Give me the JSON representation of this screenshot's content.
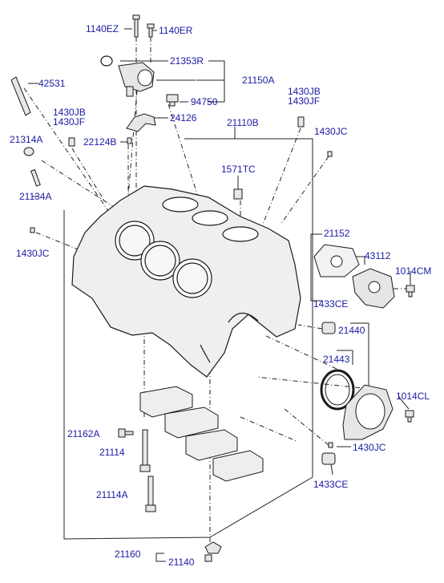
{
  "colors": {
    "label": "#1a1aa6",
    "line": "#222222",
    "part_fill": "#e6e6e6",
    "part_stroke": "#1a1a1a"
  },
  "labels": {
    "l_1140EZ": "1140EZ",
    "l_1140ER": "1140ER",
    "l_21353R": "21353R",
    "l_42531": "42531",
    "l_21150A": "21150A",
    "l_94750": "94750",
    "l_1430JB_a": "1430JB",
    "l_1430JF_a": "1430JF",
    "l_1430JB_b": "1430JB",
    "l_1430JF_b": "1430JF",
    "l_24126": "24126",
    "l_21110B": "21110B",
    "l_22124B": "22124B",
    "l_21314A": "21314A",
    "l_1430JC_a": "1430JC",
    "l_1571TC": "1571TC",
    "l_21134A": "21134A",
    "l_1430JC_b": "1430JC",
    "l_21152": "21152",
    "l_43112": "43112",
    "l_1014CM": "1014CM",
    "l_1433CE_a": "1433CE",
    "l_21440": "21440",
    "l_21443": "21443",
    "l_1014CL": "1014CL",
    "l_21162A": "21162A",
    "l_21114": "21114",
    "l_1430JC_c": "1430JC",
    "l_1433CE_b": "1433CE",
    "l_21114A": "21114A",
    "l_21160": "21160",
    "l_21140": "21140"
  }
}
